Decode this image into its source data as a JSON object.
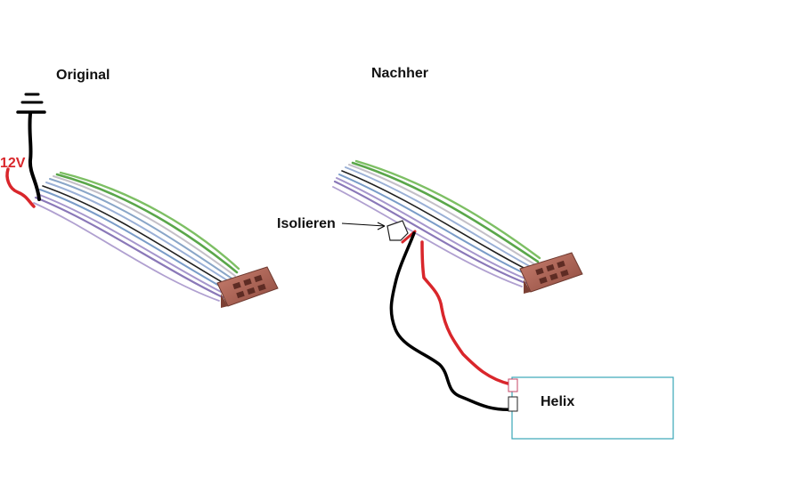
{
  "labels": {
    "original": "Original",
    "nachher": "Nachher",
    "voltage": "12V",
    "isolieren": "Isolieren",
    "helix": "Helix"
  },
  "colors": {
    "power_wire": "#d9262b",
    "ground_wire": "#000000",
    "connector": "#b8675a",
    "helix_box_border": "#3aa7b8",
    "harness_green": "#5aa64a",
    "harness_purple": "#8a78b8",
    "harness_blue": "#7a9cc8"
  },
  "icons": {
    "ground": "ground-symbol-icon"
  }
}
